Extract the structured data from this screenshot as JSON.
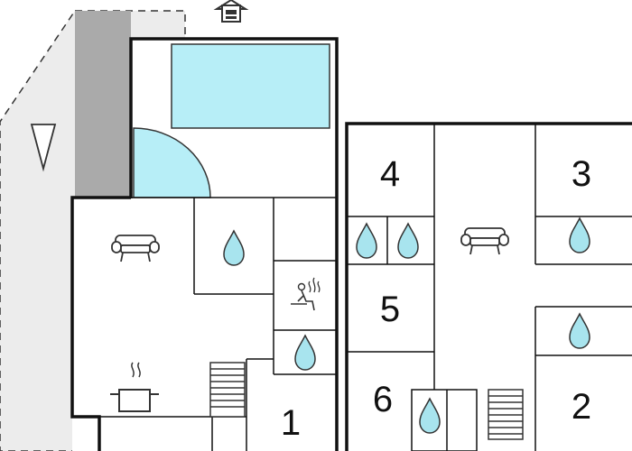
{
  "plan": {
    "room_numbers": {
      "r1": "1",
      "r2": "2",
      "r3": "3",
      "r4": "4",
      "r5": "5",
      "r6": "6"
    },
    "symbols": {
      "pool": "swimming-pool",
      "sofa": "sofa-icon",
      "kitchen": "cooking-pot-icon",
      "sauna": "sauna-icon",
      "water": "water-drop-icon",
      "house": "house-icon",
      "north": "north-arrow-icon"
    }
  },
  "colors": {
    "wall": "#111111",
    "water": "#a8e4ee",
    "pool": "#b7eef7",
    "terrace": "#aaaaaa",
    "outside": "#ececec",
    "drop_stroke": "#333333"
  }
}
